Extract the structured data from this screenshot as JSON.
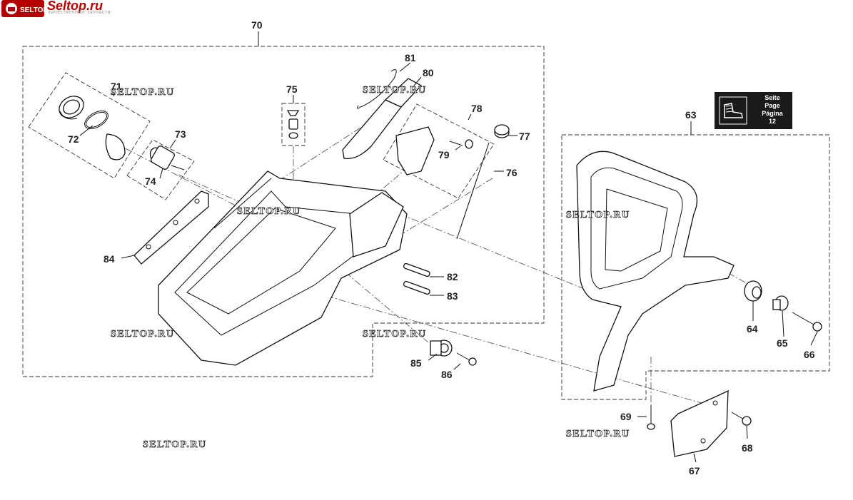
{
  "logo": {
    "text": "Seltop.ru",
    "subtitle": "качественные запчасти",
    "accent": "#b40000"
  },
  "reference": {
    "line1": "Seite",
    "line2": "Page",
    "line3": "Página",
    "page": "12",
    "background": "#1a1a1a"
  },
  "watermark": "SELTOP.RU",
  "callouts": {
    "c70": "70",
    "c71": "71",
    "c72": "72",
    "c73": "73",
    "c74": "74",
    "c75": "75",
    "c76": "76",
    "c77": "77",
    "c78": "78",
    "c79": "79",
    "c80": "80",
    "c81": "81",
    "c82": "82",
    "c83": "83",
    "c84": "84",
    "c85": "85",
    "c86": "86",
    "c63": "63",
    "c64": "64",
    "c65": "65",
    "c66": "66",
    "c67": "67",
    "c68": "68",
    "c69": "69"
  }
}
